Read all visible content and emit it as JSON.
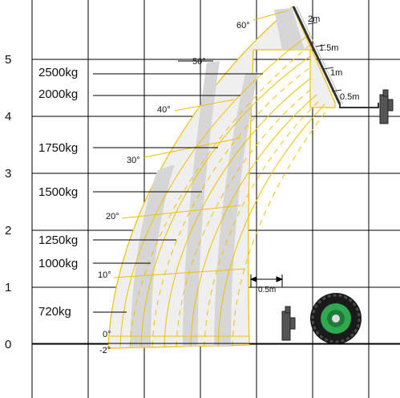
{
  "y_axis": {
    "ticks": [
      "0",
      "1",
      "2",
      "3",
      "4",
      "5"
    ]
  },
  "loads": [
    "2500kg",
    "2000kg",
    "1750kg",
    "1500kg",
    "1250kg",
    "1000kg",
    "720kg"
  ],
  "angles": [
    "60°",
    "50°",
    "40°",
    "30°",
    "20°",
    "10°",
    "0°",
    "-2°"
  ],
  "extensions": [
    "2m",
    "1.5m",
    "1m",
    "0.5m"
  ],
  "offset_label": "0.5m",
  "colors": {
    "envelope_fill": "#efefef",
    "zone_fill": "#d6d6d6",
    "arc_line": "#f2c000",
    "grid": "#000000",
    "tyre": "#1a1a1a",
    "hub": "#2fa84f"
  }
}
